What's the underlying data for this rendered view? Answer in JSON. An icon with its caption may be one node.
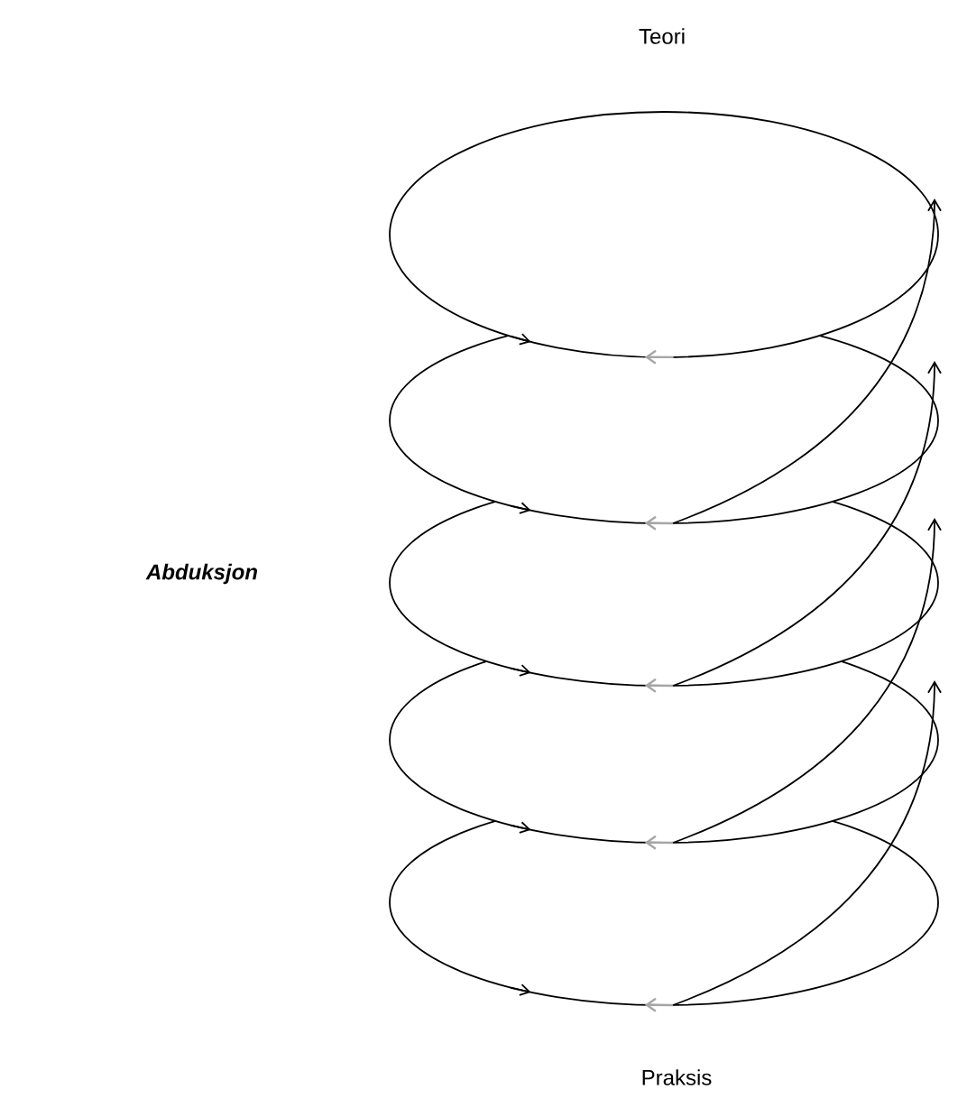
{
  "diagram": {
    "labels": [
      "Teori",
      "Abduksjon",
      "Praksis"
    ]
  }
}
